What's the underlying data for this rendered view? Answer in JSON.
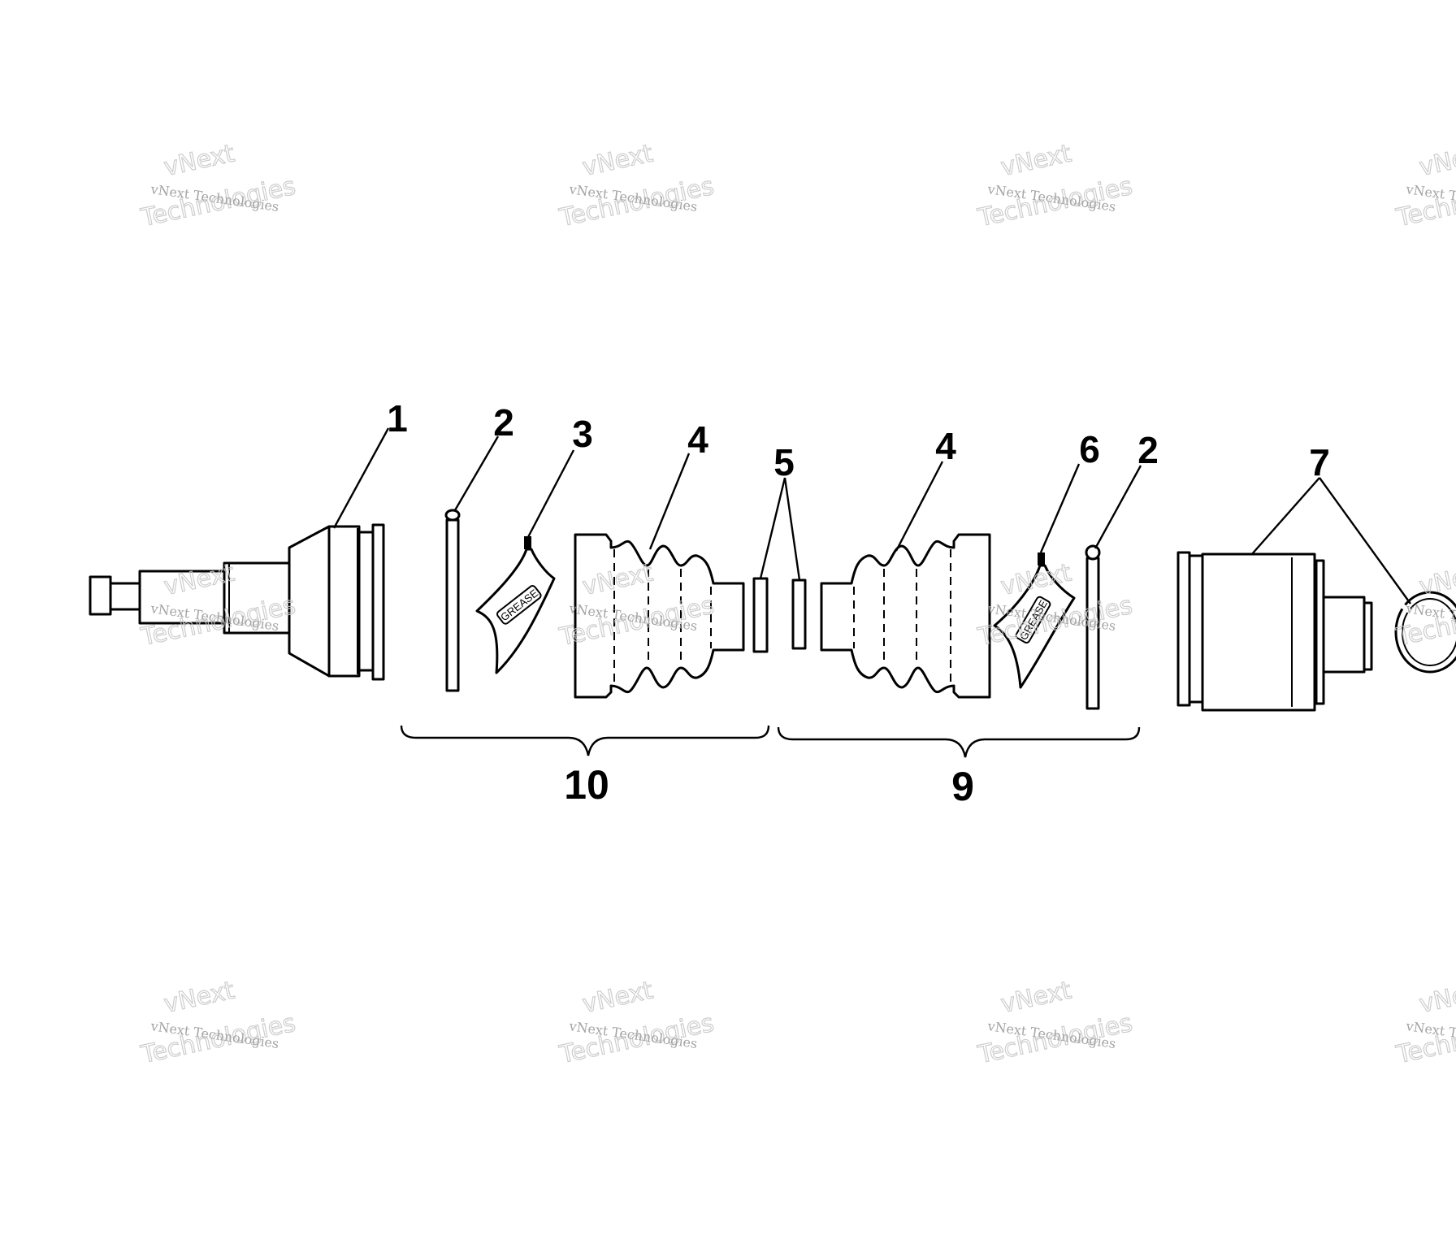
{
  "diagram": {
    "callouts": {
      "part_1": "1",
      "part_2_left": "2",
      "part_3": "3",
      "part_4_left": "4",
      "part_5": "5",
      "part_4_right": "4",
      "part_6": "6",
      "part_2_right": "2",
      "part_7": "7"
    },
    "groups": {
      "group_10": "10",
      "group_9": "9"
    },
    "packet_labels": {
      "left": "GREASE",
      "right": "GREASE"
    }
  },
  "watermark": {
    "small_text": "vNext Technologies",
    "line1": "vNext",
    "line2": "Technologies"
  }
}
